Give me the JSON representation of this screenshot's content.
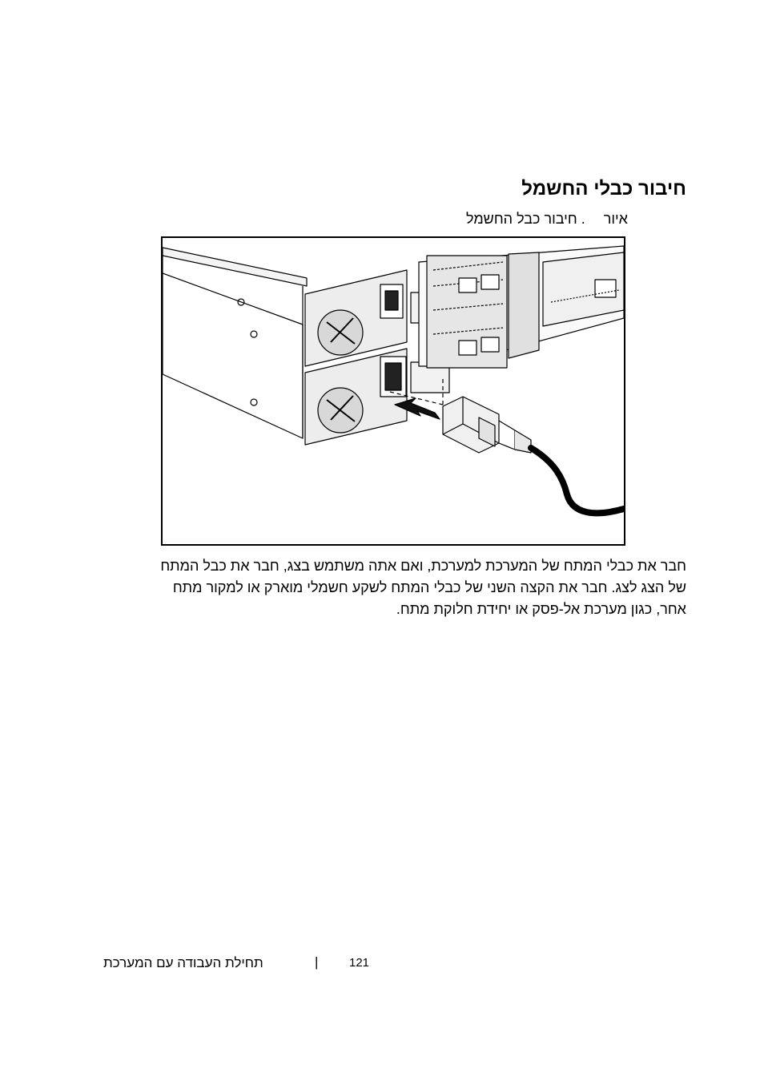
{
  "section": {
    "title": "חיבור כבלי החשמל"
  },
  "figure": {
    "label": "איור",
    "caption": ". חיבור כבל החשמל"
  },
  "body": {
    "lines": [
      "חבר את כבלי המתח של המערכת למערכת, ואם אתה משתמש בצג, חבר את כבל המתח",
      "של הצג לצג. חבר את הקצה השני של כבלי המתח לשקע חשמלי מוארק או למקור מתח",
      "אחר, כגון מערכת אל-פסק או יחידת חלוקת מתח."
    ]
  },
  "footer": {
    "chapter_title": "תחילת העבודה עם המערכת",
    "separator": "|",
    "page_number": "121"
  },
  "colors": {
    "text": "#000000",
    "background": "#ffffff"
  }
}
